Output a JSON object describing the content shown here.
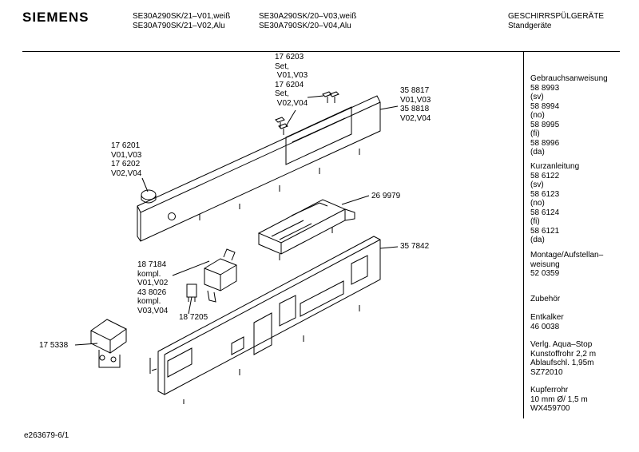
{
  "header": {
    "brand": "SIEMENS",
    "models_col1": "SE30A290SK/21–V01,weiß\nSE30A790SK/21–V02,Alu",
    "models_col2": "SE30A290SK/20–V03,weiß\nSE30A790SK/20–V04,Alu",
    "category": "GESCHIRRSPÜLGERÄTE\nStandgeräte"
  },
  "callouts": {
    "c176203": "17 6203\nSet,\n V01,V03\n17 6204\nSet,\n V02,V04",
    "c358817": "35 8817\nV01,V03\n35 8818\nV02,V04",
    "c176201": "17 6201\nV01,V03\n17 6202\nV02,V04",
    "c269979": "26 9979",
    "c357842": "35 7842",
    "c187184": "18 7184\nkompl.\nV01,V02\n43 8026\nkompl.\nV03,V04",
    "c187205": "18 7205",
    "c175338": "17 5338"
  },
  "sidebar": {
    "gebrauch": "Gebrauchsanweisung\n58 8993\n(sv)\n58 8994\n(no)\n58 8995\n(fi)\n58 8996\n(da)",
    "kurz": "Kurzanleitung\n58 6122\n(sv)\n58 6123\n(no)\n58 6124\n(fi)\n58 6121\n(da)",
    "montage": "Montage/Aufstellan–\nweisung\n52 0359",
    "zubehoer": "Zubehör",
    "entkalker": "Entkalker\n46 0038",
    "aqua": "Verlg. Aqua–Stop\nKunstoffrohr 2,2 m\nAblaufschl. 1,95m\nSZ72010",
    "kupfer": "Kupferrohr\n10 mm Ø/ 1,5 m\nWX459700"
  },
  "footer": {
    "doc_id": "e263679-6/1"
  }
}
